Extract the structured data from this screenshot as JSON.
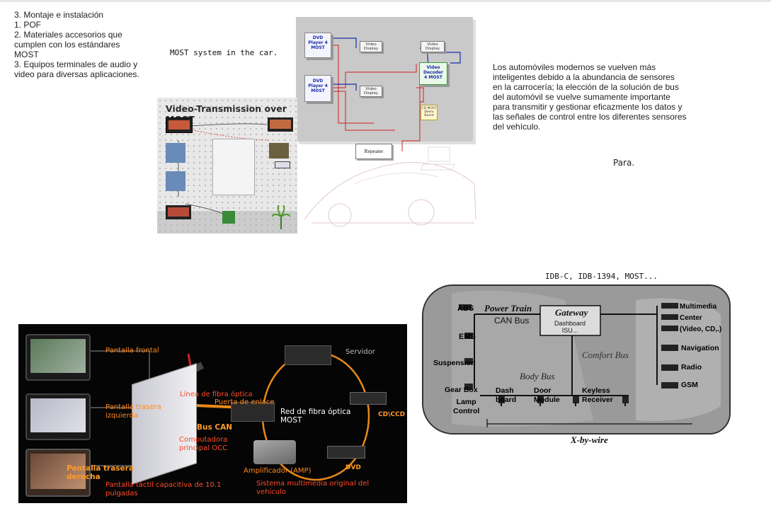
{
  "left_text": "3. Montaje e instalación\n1. POF\n2. Materiales accesorios que\ncumplen con los estándares\nMOST\n3. Equipos terminales de audio y\nvideo para diversas aplicaciones.",
  "most_caption": "MOST system in the car.",
  "board_title": "Video-Transmission over MOST",
  "right_text": "Los automóviles modernos se vuelven más\ninteligentes debido a la abundancia de sensores\nen la carrocería; la elección de la solución de bus\ndel automóvil se vuelve sumamente importante\npara transmitir y gestionar eficazmente los datos y\nlas señales de control entre los diferentes sensores\ndel vehículo.",
  "para": "Para.",
  "diagram1": {
    "dvd1": "DVD\nPlayer 4\nMOST",
    "dvd2": "DVD\nPlayer 4\nMOST",
    "vd1": "Video\nDisplay",
    "vd2": "Video\nDisplay",
    "vd3": "Video\nDisplay",
    "decoder": "Video\nDecoder\n4 MOST",
    "cdmost": "CD MOST\nDemo\nBoard",
    "repeater": "Repeater"
  },
  "multimedia": {
    "pantalla_frontal": "Pantalla frontal",
    "trasera_izq": "Pantalla trasera\nizquierda",
    "trasera_der": "Pantalla trasera\nderecha",
    "tactil": "Pantalla táctil capacitiva de 10.1\npulgadas",
    "linea_fibra": "Línea de fibra óptica",
    "puerta_enlace": "Puerta de enlace",
    "bus_can": "Bus CAN",
    "computadora": "Computadora\nprincipal OCC",
    "servidor": "Servidor",
    "red_fibra": "Red de fibra óptica\nMOST",
    "cdccd": "CD\\CCD",
    "dvd": "DVD",
    "amplificador": "Amplificador (AMP)",
    "sistema": "Sistema multimedia original del\nvehículo"
  },
  "car": {
    "top_label": "IDB-C, IDB-1394, MOST...",
    "abs": "ABS",
    "power_train": "Power Train",
    "can_bus": "CAN Bus",
    "gateway": "Gateway",
    "dashboard_isu": "Dashboard\nISU...",
    "multimedia": "Multimedia\nCenter\n(Video, CD,.)",
    "ems": "EMS",
    "comfort_bus": "Comfort Bus",
    "navigation": "Navigation",
    "suspension": "Suspension",
    "radio": "Radio",
    "body_bus": "Body Bus",
    "gsm": "GSM",
    "gear_box": "Gear Box",
    "lamp_control": "Lamp\nControl",
    "dash_board": "Dash\nboard",
    "door_module": "Door\nModule",
    "keyless_receiver": "Keyless\nReceiver",
    "x_by_wire": "X-by-wire"
  }
}
